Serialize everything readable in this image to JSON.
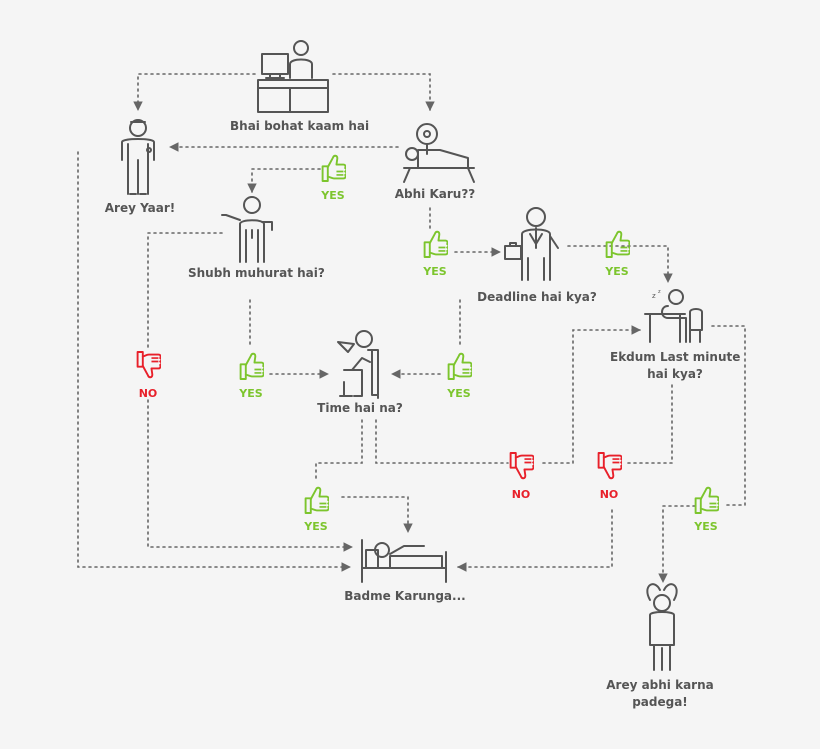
{
  "nodes": {
    "bhai_bohat_kaam": "Bhai bohat kaam hai",
    "arey_yaar": "Arey Yaar!",
    "abhi_karu": "Abhi Karu??",
    "shubh_muhurat": "Shubh muhurat hai?",
    "deadline": "Deadline hai kya?",
    "time_hai_na": "Time hai na?",
    "ekdum_last_minute_1": "Ekdum Last minute",
    "ekdum_last_minute_2": "hai kya?",
    "badme_karunga": "Badme Karunga...",
    "arey_abhi_1": "Arey abhi karna",
    "arey_abhi_2": "padega!"
  },
  "answers": {
    "yes": "YES",
    "no": "NO"
  },
  "colors": {
    "yes": "#7cc52d",
    "no": "#e8202a",
    "line": "#666666",
    "icon": "#555555"
  },
  "icons": [
    "person-at-desk-icon",
    "standing-person-icon",
    "person-lifting-weights-icon",
    "pointing-person-icon",
    "businessman-briefcase-icon",
    "person-reading-chair-icon",
    "person-sleeping-desk-icon",
    "person-in-bed-icon",
    "person-arms-up-icon",
    "thumbs-up-icon",
    "thumbs-down-icon"
  ]
}
